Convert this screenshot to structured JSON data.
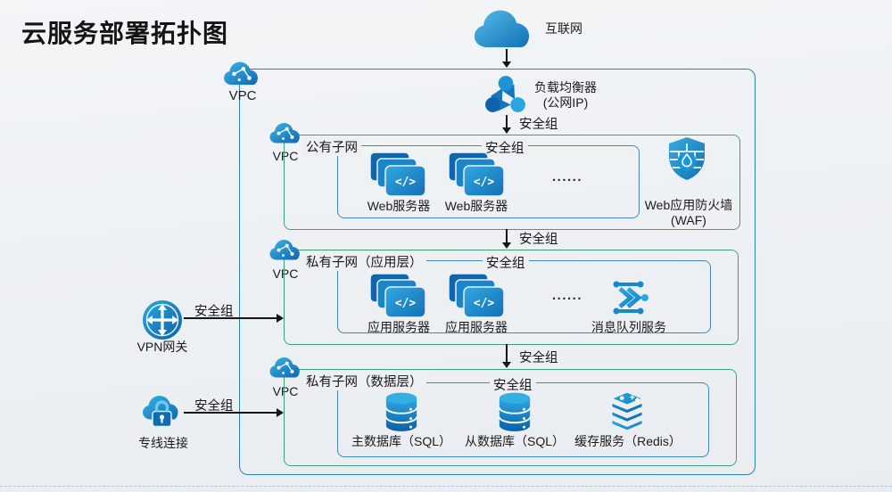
{
  "title": "云服务部署拓扑图",
  "internet": {
    "label": "互联网"
  },
  "load_balancer": {
    "name": "负载均衡器",
    "detail": "(公网IP)"
  },
  "vpc": {
    "label": "VPC"
  },
  "arrows": {
    "lb_to_public": "安全组",
    "public_to_app": "安全组",
    "app_to_data": "安全组"
  },
  "subnets": [
    {
      "vpc_label": "VPC",
      "name": "公有子网",
      "sg_label": "安全组",
      "servers": [
        {
          "label": "Web服务器"
        },
        {
          "label": "Web服务器"
        }
      ],
      "ellipsis": "......",
      "waf": {
        "line1": "Web应用防火墙",
        "line2": "(WAF)"
      }
    },
    {
      "vpc_label": "VPC",
      "name": "私有子网（应用层）",
      "sg_label": "安全组",
      "servers": [
        {
          "label": "应用服务器"
        },
        {
          "label": "应用服务器"
        }
      ],
      "ellipsis": "......",
      "mq": {
        "label": "消息队列服务"
      }
    },
    {
      "vpc_label": "VPC",
      "name": "私有子网（数据层）",
      "sg_label": "安全组",
      "databases": [
        {
          "label": "主数据库（SQL）"
        },
        {
          "label": "从数据库（SQL）"
        },
        {
          "label": "缓存服务（Redis）"
        }
      ]
    }
  ],
  "left_links": [
    {
      "label": "VPN网关",
      "sg_label": "安全组"
    },
    {
      "label": "专线连接",
      "sg_label": "安全组"
    }
  ],
  "colors": {
    "icon_blue": "#1787cc",
    "icon_blue_light": "#35aee3",
    "icon_blue_dark": "#0d62a9",
    "vpc_border": "#2c7fb8",
    "subnet_border": "#3aa470",
    "security_group_border": "#3f88c5",
    "background": "#eef1f4",
    "text": "#1b1b1b"
  }
}
